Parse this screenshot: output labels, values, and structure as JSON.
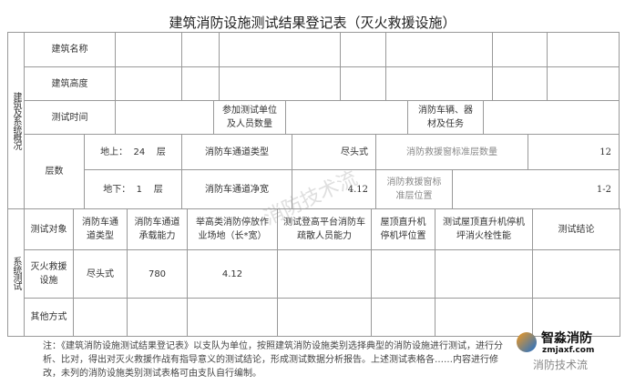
{
  "title": "建筑消防设施测试结果登记表（灭火救援设施）",
  "overview": {
    "section": "建筑及系统概况",
    "building_name": "建筑名称",
    "building_height": "建筑高度",
    "test_time": "测试时间",
    "units": "参加测试单位及人员数量",
    "vehicles": "消防车辆、器材及任务",
    "floors": "层数",
    "above": "地上：  24    层",
    "below": "地下：  1    层",
    "lane_type_label": "消防车通道类型",
    "lane_type_value": "尽头式",
    "window_floors_label": "消防救援窗标准层数量",
    "window_floors_value": "12",
    "lane_width_label": "消防车通道净宽",
    "lane_width_value": "4.12",
    "window_pos_label": "消防救援窗标准层位置",
    "window_pos_value": "1-2"
  },
  "system": {
    "section": "系统测试",
    "headers": [
      "测试对象",
      "消防车通道类型",
      "消防车通道承载能力",
      "举高类消防停放作业场地（长*宽）",
      "测试登高平台消防车疏散人员能力",
      "屋顶直升机停机坪位置",
      "测试屋顶直升机停机坪消火栓性能",
      "测试结论"
    ],
    "rows": [
      [
        "灭火救援设施",
        "尽头式",
        "780",
        "4.12",
        "",
        "",
        "",
        ""
      ],
      [
        "其他方式",
        "",
        "",
        "",
        "",
        "",
        "",
        ""
      ]
    ]
  },
  "note": "注：《建筑消防设施测试结果登记表》以支队为单位，按照建筑消防设施类别选择典型的消防设施进行测试，进行分析、比对，得出对灭火救援作战有指导意义的测试结论，形成测试数据分析报告。上述测试表格各……内容进行修改，未列的消防设施类别测试表格可由支队自行编制。",
  "watermark": "消防技术流",
  "logo": {
    "name": "智淼消防",
    "url": "zmjaxf.com",
    "account": "消防技术流"
  }
}
